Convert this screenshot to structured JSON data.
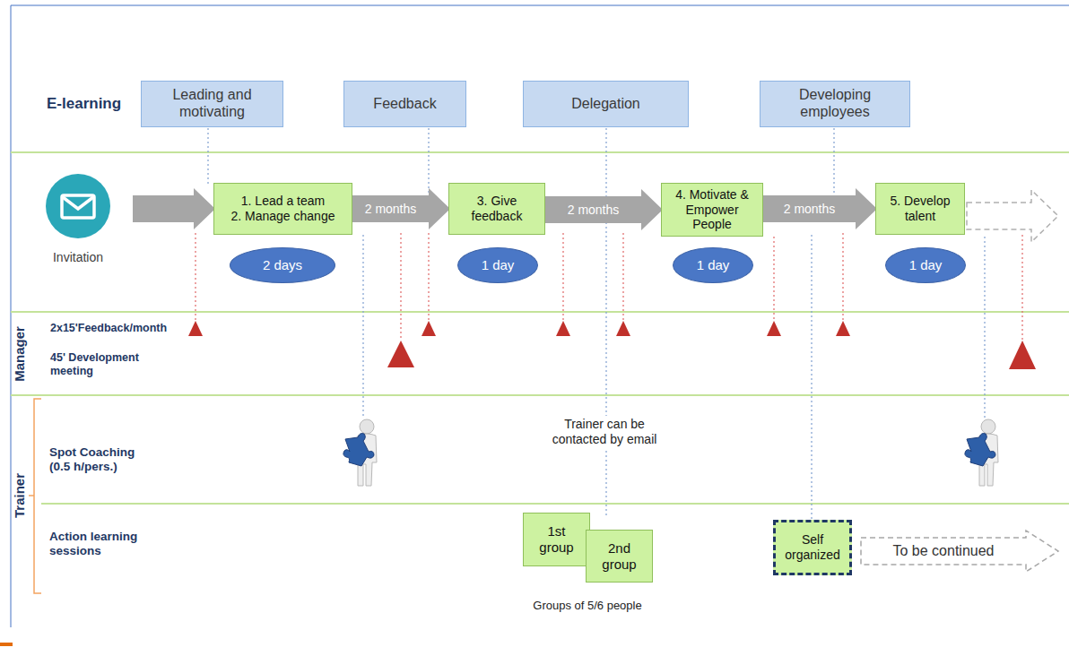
{
  "diagram": {
    "nodes": [
      {
        "text": [
          "Leading and motivating"
        ]
      },
      {
        "text": [
          "Feedback"
        ]
      },
      {
        "text": [
          "Delegation"
        ]
      },
      {
        "text": [
          "Developing employees"
        ]
      },
      {
        "text": [
          "Invitation"
        ]
      },
      {
        "text": [
          "1. Lead a team",
          "2. Manage change"
        ]
      },
      {
        "text": [
          "3. Give feedback"
        ]
      },
      {
        "text": [
          "4. Motivate & Empower People"
        ]
      },
      {
        "text": [
          "5. Develop talent"
        ]
      },
      {
        "text": [
          "2 days"
        ]
      },
      {
        "text": [
          "1 day"
        ]
      },
      {
        "text": [
          "1 day"
        ]
      },
      {
        "text": [
          "1 day"
        ]
      },
      {
        "text": [
          "1st group"
        ]
      },
      {
        "text": [
          "2nd group"
        ]
      },
      {
        "text": [
          "Self organized"
        ]
      },
      {
        "text": [
          "To be continued"
        ]
      }
    ],
    "edges": [
      {
        "from": 4,
        "to": 5,
        "arrow": "to"
      },
      {
        "from": 5,
        "to": 6,
        "label": "2 months",
        "arrow": "to"
      },
      {
        "from": 6,
        "to": 7,
        "label": "2 months",
        "arrow": "to"
      },
      {
        "from": 7,
        "to": 8,
        "label": "2 months",
        "arrow": "to"
      }
    ],
    "labels": [
      "E-learning",
      "Manager",
      "2x15'Feedback/month",
      "45' Development meeting",
      "Trainer",
      "Spot Coaching (0.5 h/pers.)",
      "Trainer can be contacted by email",
      "Action learning sessions",
      "Groups of 5/6 people"
    ]
  }
}
